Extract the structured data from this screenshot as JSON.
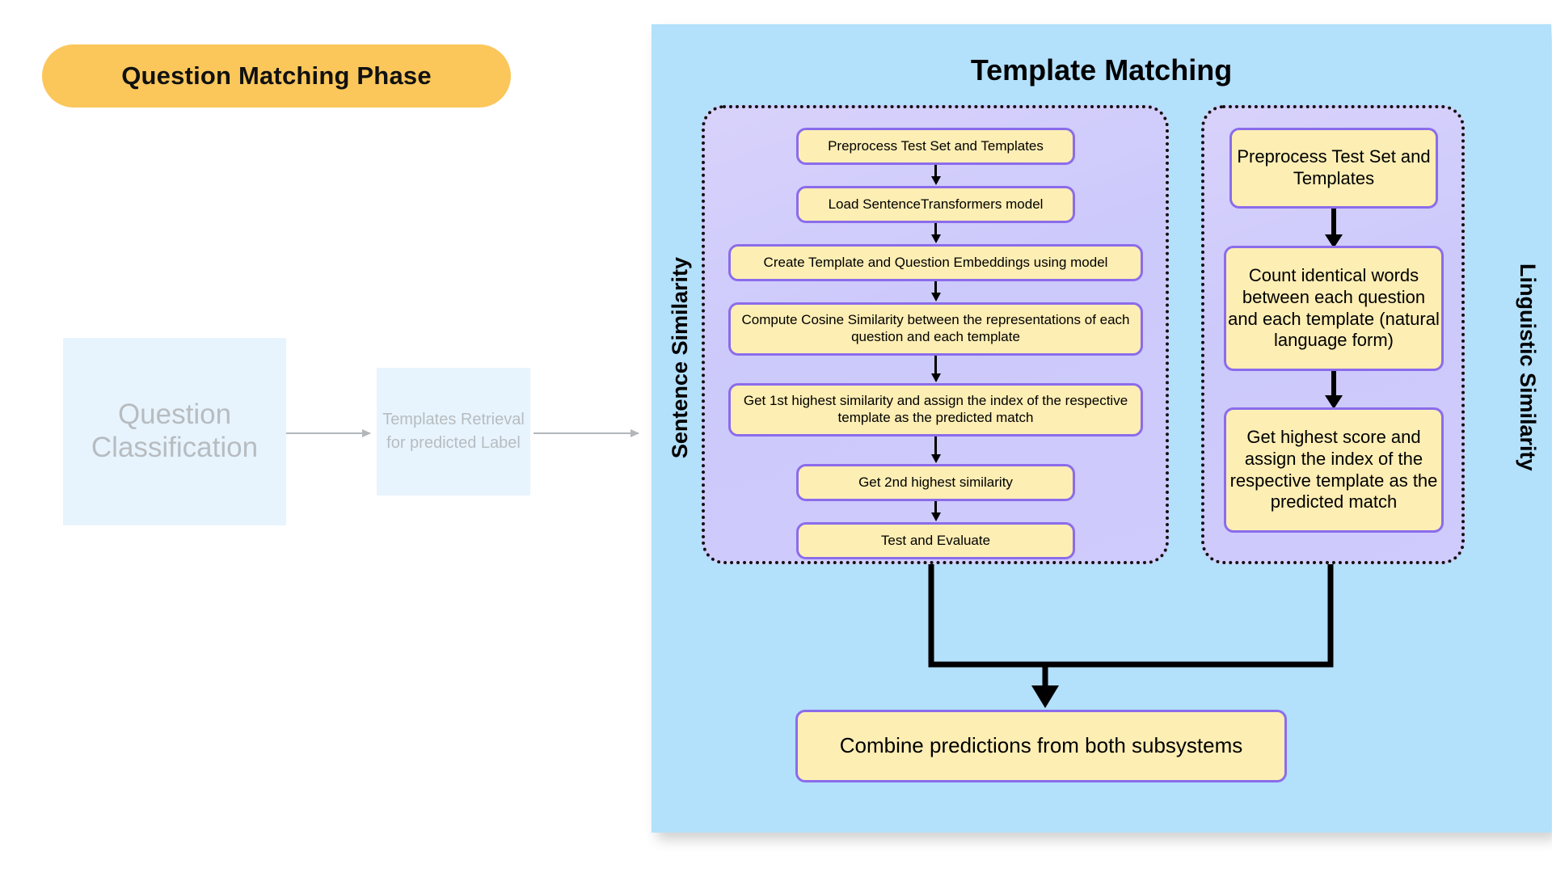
{
  "phase": {
    "badge_label": "Question Matching Phase"
  },
  "upstream": {
    "question_classification": "Question Classification",
    "templates_retrieval": "Templates Retrieval for predicted Label"
  },
  "panel": {
    "title": "Template Matching",
    "side_labels": {
      "left": "Sentence Similarity",
      "right": "Linguistic Similarity"
    },
    "sentence_similarity_steps": [
      "Preprocess Test Set and Templates",
      "Load SentenceTransformers model",
      "Create Template and Question Embeddings using model",
      "Compute Cosine Similarity between the representations of each question and each template",
      "Get 1st highest similarity and assign the index of the respective template as the predicted match",
      "Get 2nd highest similarity",
      "Test and Evaluate"
    ],
    "linguistic_similarity_steps": [
      "Preprocess Test Set and Templates",
      "Count identical words between each question and each template (natural language form)",
      "Get highest score and assign the index of the respective template as the predicted match"
    ],
    "final_step": "Combine predictions from both subsystems"
  },
  "colors": {
    "badge": "#fbc75b",
    "panel": "#b3e0fb",
    "subcontainer": "#d3cefb",
    "step_fill": "#fdeeb4",
    "step_border": "#8b6ceb",
    "faded_box": "#e8f4fd",
    "faded_text": "#b7bcc0",
    "arrow": "#000000"
  }
}
